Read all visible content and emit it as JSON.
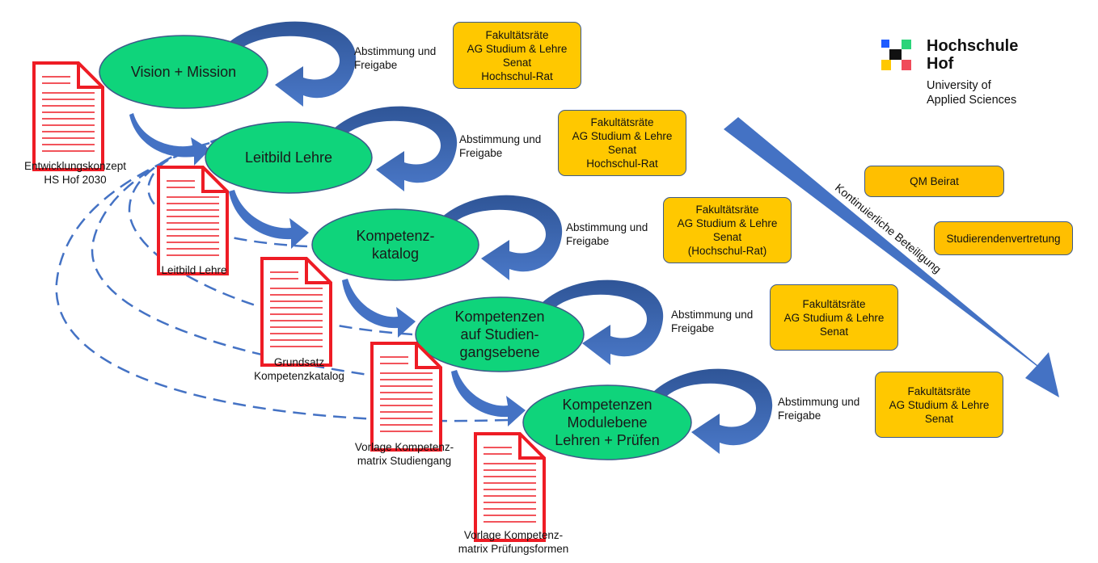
{
  "ellipses": [
    {
      "id": "vision",
      "label": "Vision + Mission"
    },
    {
      "id": "leitbild",
      "label": "Leitbild Lehre"
    },
    {
      "id": "katalog",
      "label": "Kompetenz-\nkatalog"
    },
    {
      "id": "studiengang",
      "label": "Kompetenzen\nauf Studien-\ngangsebene"
    },
    {
      "id": "modul",
      "label": "Kompetenzen\nModulebene\nLehren + Prüfen"
    }
  ],
  "approval_labels": [
    "Abstimmung und\nFreigabe",
    "Abstimmung und\nFreigabe",
    "Abstimmung und\nFreigabe",
    "Abstimmung und\nFreigabe",
    "Abstimmung und\nFreigabe"
  ],
  "boxes": [
    "Fakultätsräte\nAG Studium & Lehre\nSenat\nHochschul-Rat",
    "Fakultätsräte\nAG Studium & Lehre\nSenat\nHochschul-Rat",
    "Fakultätsräte\nAG Studium & Lehre\nSenat\n(Hochschul-Rat)",
    "Fakultätsräte\nAG Studium & Lehre\nSenat",
    "Fakultätsräte\nAG Studium & Lehre\nSenat"
  ],
  "side_boxes": {
    "qm": "QM Beirat",
    "studierende": "Studierendenvertretung"
  },
  "documents": [
    "Entwicklungskonzept\nHS Hof 2030",
    "Leitbild Lehre",
    "Grundsatz\nKompetenzkatalog",
    "Vorlage Kompetenz-\nmatrix Studiengang",
    "Vorlage Kompetenz-\nmatrix Prüfungsformen"
  ],
  "diagonal_label": "Kontinuierliche Beteiligung",
  "logo": {
    "name_line1": "Hochschule",
    "name_line2": "Hof",
    "sub_line1": "University of",
    "sub_line2": "Applied Sciences"
  },
  "colors": {
    "ellipse_fill": "#0fd47b",
    "arrow_blue": "#4472c4",
    "box_yellow": "#ffc800",
    "doc_red": "#ee1c25"
  }
}
